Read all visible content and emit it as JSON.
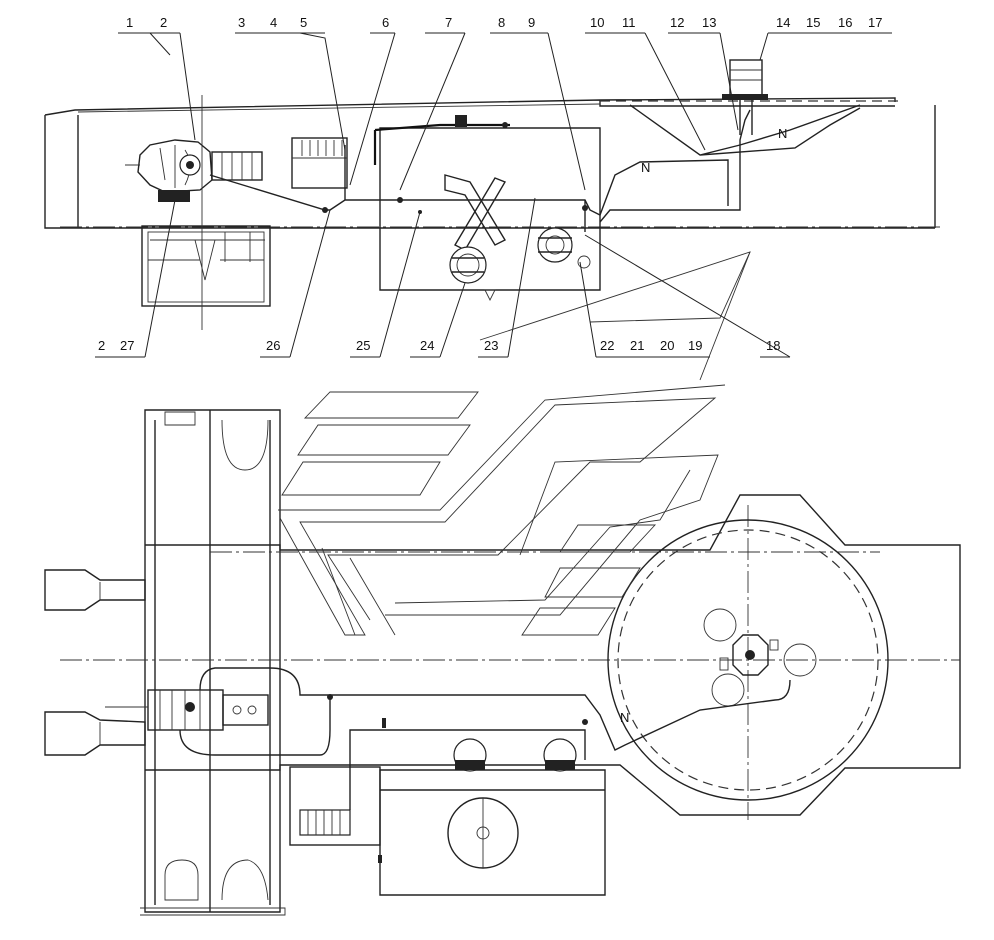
{
  "callouts_top": [
    "1",
    "2",
    "3",
    "4",
    "5",
    "6",
    "7",
    "8",
    "9",
    "10",
    "11",
    "12",
    "13",
    "14",
    "15",
    "16",
    "17"
  ],
  "callouts_bottom": [
    "2",
    "27",
    "26",
    "25",
    "24",
    "23",
    "22",
    "21",
    "20",
    "19",
    "18"
  ],
  "pipe_marks": [
    "N",
    "N",
    "N"
  ]
}
